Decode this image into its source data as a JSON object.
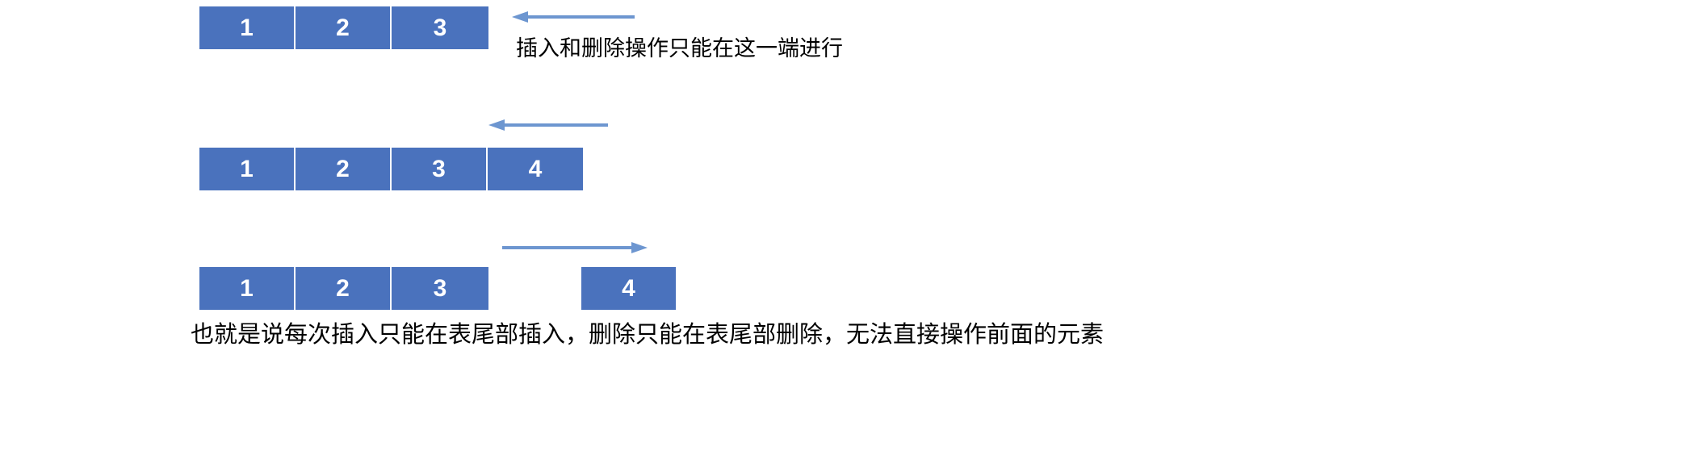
{
  "diagram": {
    "title": "Queue insertion and deletion illustration",
    "colors": {
      "box_fill": "#4a72bd",
      "box_border": "#ffffff",
      "box_text": "#ffffff",
      "arrow": "#6d96d0",
      "caption_text": "#000000",
      "background": "#ffffff"
    },
    "rows": [
      {
        "id": "row-1",
        "cells": [
          {
            "label": "1"
          },
          {
            "label": "2"
          },
          {
            "label": "3"
          }
        ],
        "arrow": {
          "direction": "left",
          "name": "arrow-left-row-1"
        },
        "caption": "插入和删除操作只能在这一端进行"
      },
      {
        "id": "row-2",
        "cells": [
          {
            "label": "1"
          },
          {
            "label": "2"
          },
          {
            "label": "3"
          },
          {
            "label": "4"
          }
        ],
        "arrow": {
          "direction": "left",
          "name": "arrow-left-row-2"
        },
        "caption": ""
      },
      {
        "id": "row-3",
        "cells": [
          {
            "label": "1"
          },
          {
            "label": "2"
          },
          {
            "label": "3"
          },
          {
            "label": "4"
          }
        ],
        "arrow": {
          "direction": "right",
          "name": "arrow-right-row-3"
        },
        "caption": ""
      }
    ],
    "bottom_caption": "也就是说每次插入只能在表尾部插入，删除只能在表尾部删除，无法直接操作前面的元素"
  }
}
